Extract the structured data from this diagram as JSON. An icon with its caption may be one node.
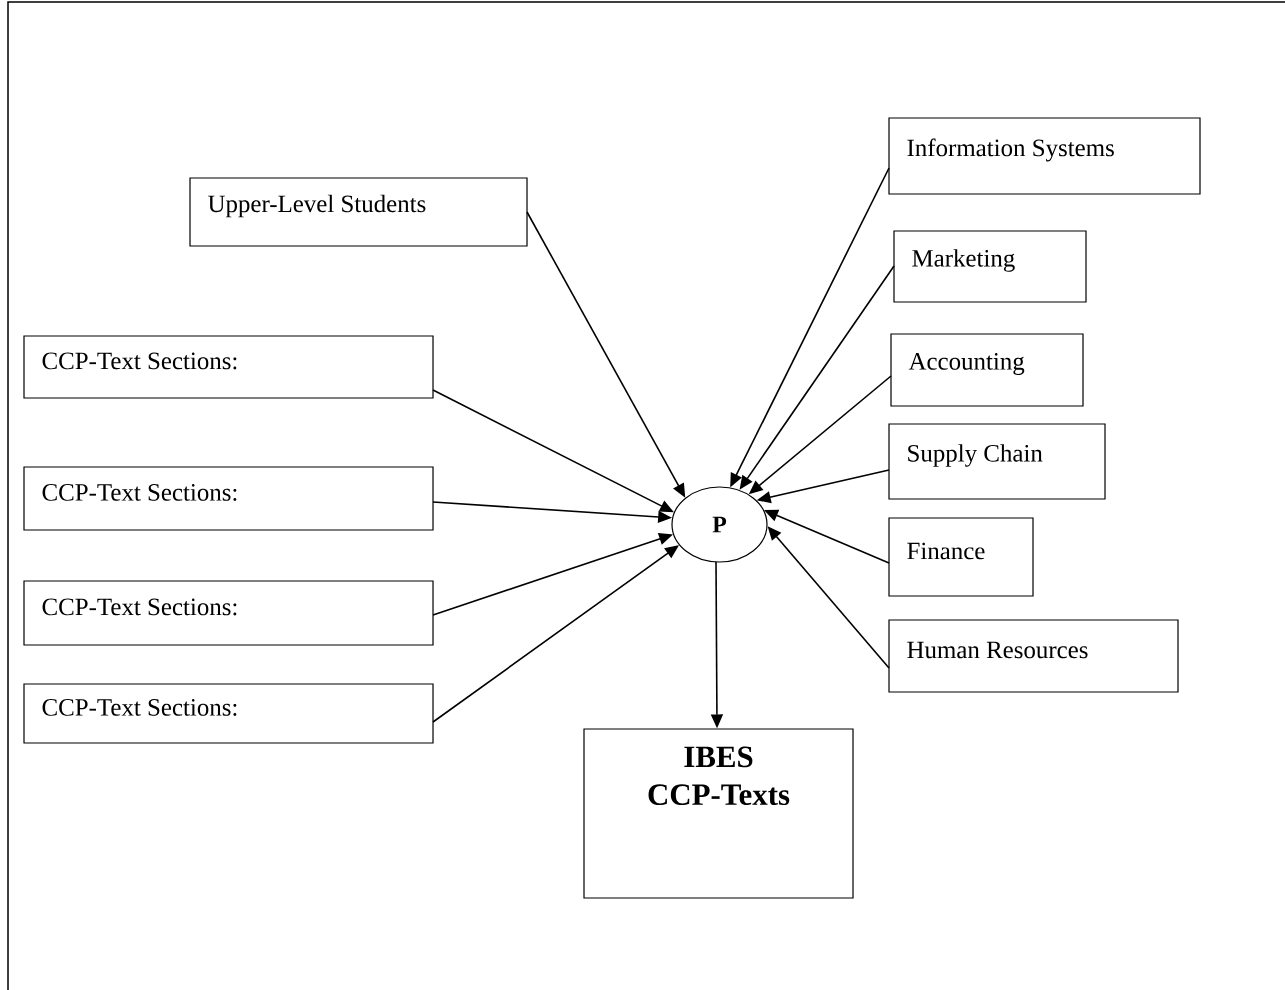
{
  "diagram": {
    "nodes": [
      {
        "text": [
          "Upper-Level Students"
        ]
      },
      {
        "text": [
          "Information Systems"
        ]
      },
      {
        "text": [
          "Marketing"
        ]
      },
      {
        "text": [
          "Accounting"
        ]
      },
      {
        "text": [
          "Supply Chain"
        ]
      },
      {
        "text": [
          "Finance"
        ]
      },
      {
        "text": [
          "Human Resources"
        ]
      },
      {
        "text": [
          "CCP-Text Sections:"
        ]
      },
      {
        "text": [
          "CCP-Text Sections:"
        ]
      },
      {
        "text": [
          "CCP-Text Sections:"
        ]
      },
      {
        "text": [
          "CCP-Text Sections:"
        ]
      },
      {
        "text": [
          "P"
        ]
      },
      {
        "text": [
          "IBES CCP-Texts"
        ]
      }
    ],
    "edges": [
      {
        "from": 0,
        "to": 11,
        "arrow": "to"
      },
      {
        "from": 1,
        "to": 11,
        "arrow": "to"
      },
      {
        "from": 2,
        "to": 11,
        "arrow": "to"
      },
      {
        "from": 3,
        "to": 11,
        "arrow": "to"
      },
      {
        "from": 4,
        "to": 11,
        "arrow": "to"
      },
      {
        "from": 5,
        "to": 11,
        "arrow": "to"
      },
      {
        "from": 6,
        "to": 11,
        "arrow": "to"
      },
      {
        "from": 7,
        "to": 11,
        "arrow": "to"
      },
      {
        "from": 8,
        "to": 11,
        "arrow": "to"
      },
      {
        "from": 9,
        "to": 11,
        "arrow": "to"
      },
      {
        "from": 10,
        "to": 11,
        "arrow": "to"
      },
      {
        "from": 11,
        "to": 12,
        "arrow": "to"
      }
    ]
  }
}
